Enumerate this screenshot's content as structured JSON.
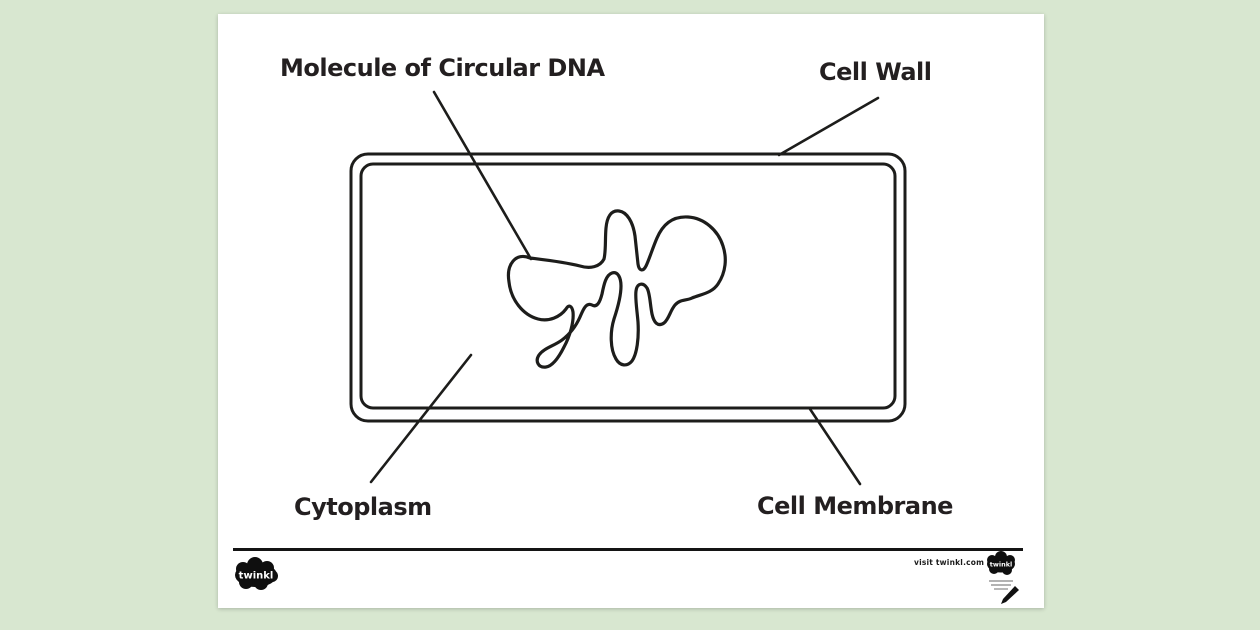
{
  "theme": {
    "background": "#d8e7d0",
    "paper": "#ffffff",
    "ink": "#1d1d1b",
    "text_color": "#231f20"
  },
  "diagram": {
    "type": "labeled-diagram",
    "subject": "bacterial cell",
    "labels": {
      "dna": "Molecule of Circular DNA",
      "cell_wall": "Cell Wall",
      "cytoplasm": "Cytoplasm",
      "cell_membrane": "Cell Membrane"
    }
  },
  "footer": {
    "logo_text": "twinkl",
    "visit_text": "visit twinkl.com",
    "badge_logo_text": "twinkl"
  }
}
